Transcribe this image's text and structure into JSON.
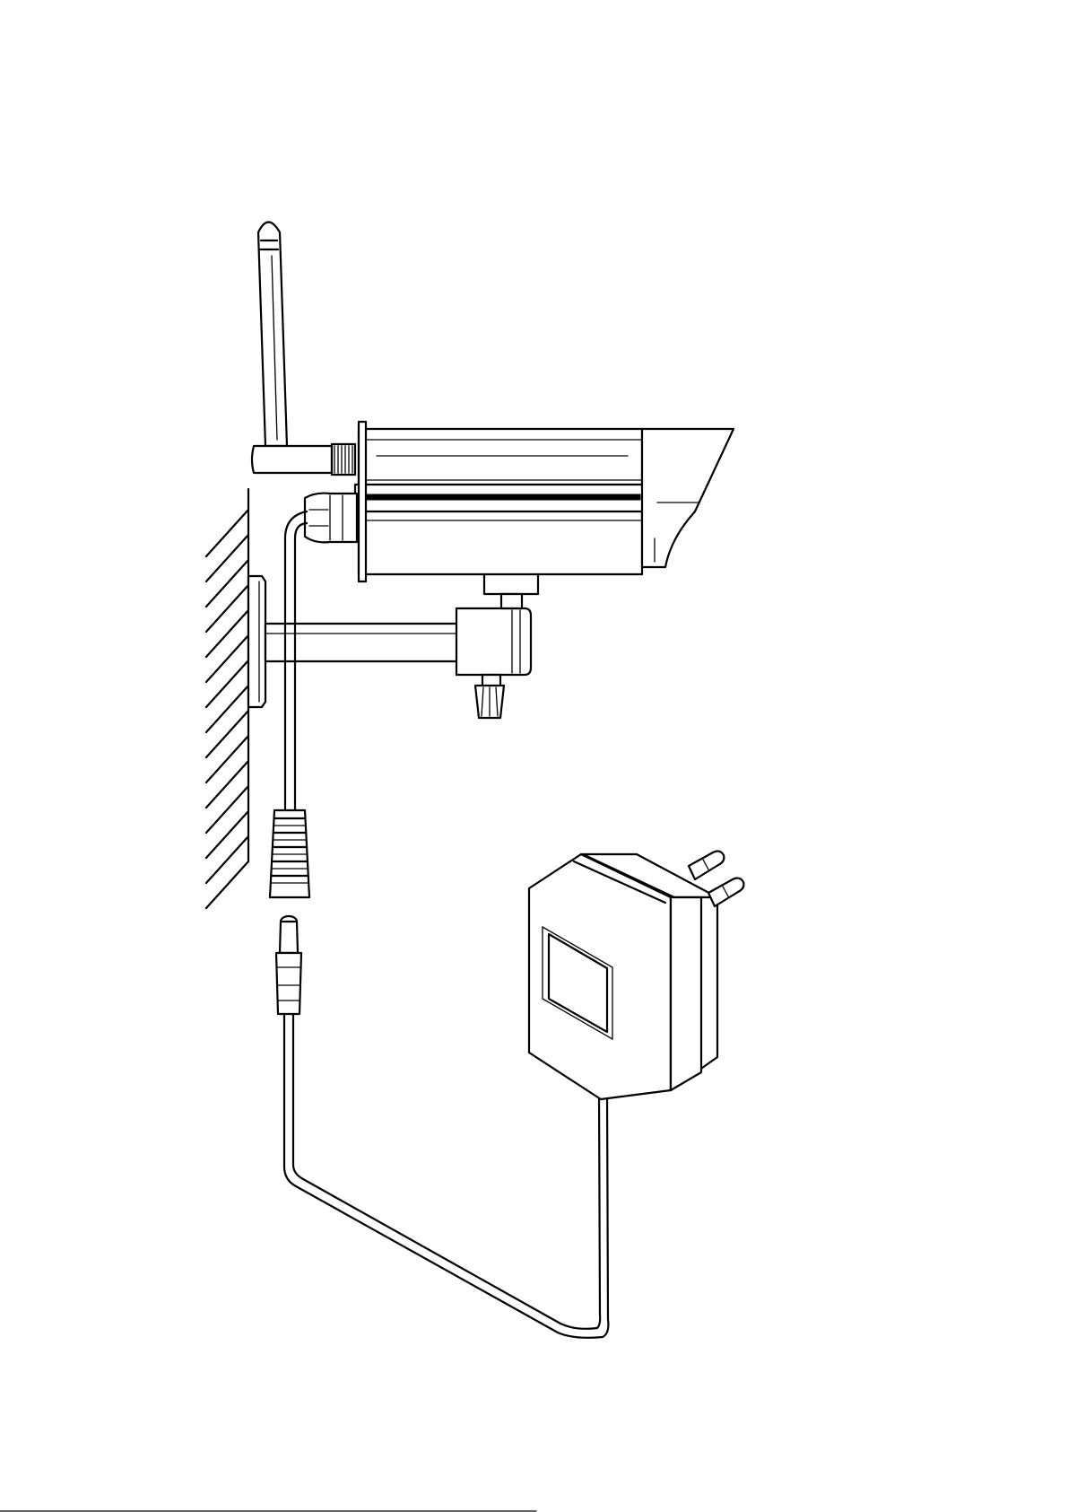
{
  "figure": {
    "text_labels": [],
    "components": [
      "wall",
      "wall-bracket",
      "antenna",
      "camera-housing",
      "sun-shield",
      "cable-gland",
      "camera-power-lead",
      "female-dc-socket",
      "male-dc-plug",
      "power-adapter",
      "adapter-plug-pins",
      "adapter-cable"
    ],
    "colors": {
      "line": "#000000",
      "background": "#ffffff"
    }
  }
}
